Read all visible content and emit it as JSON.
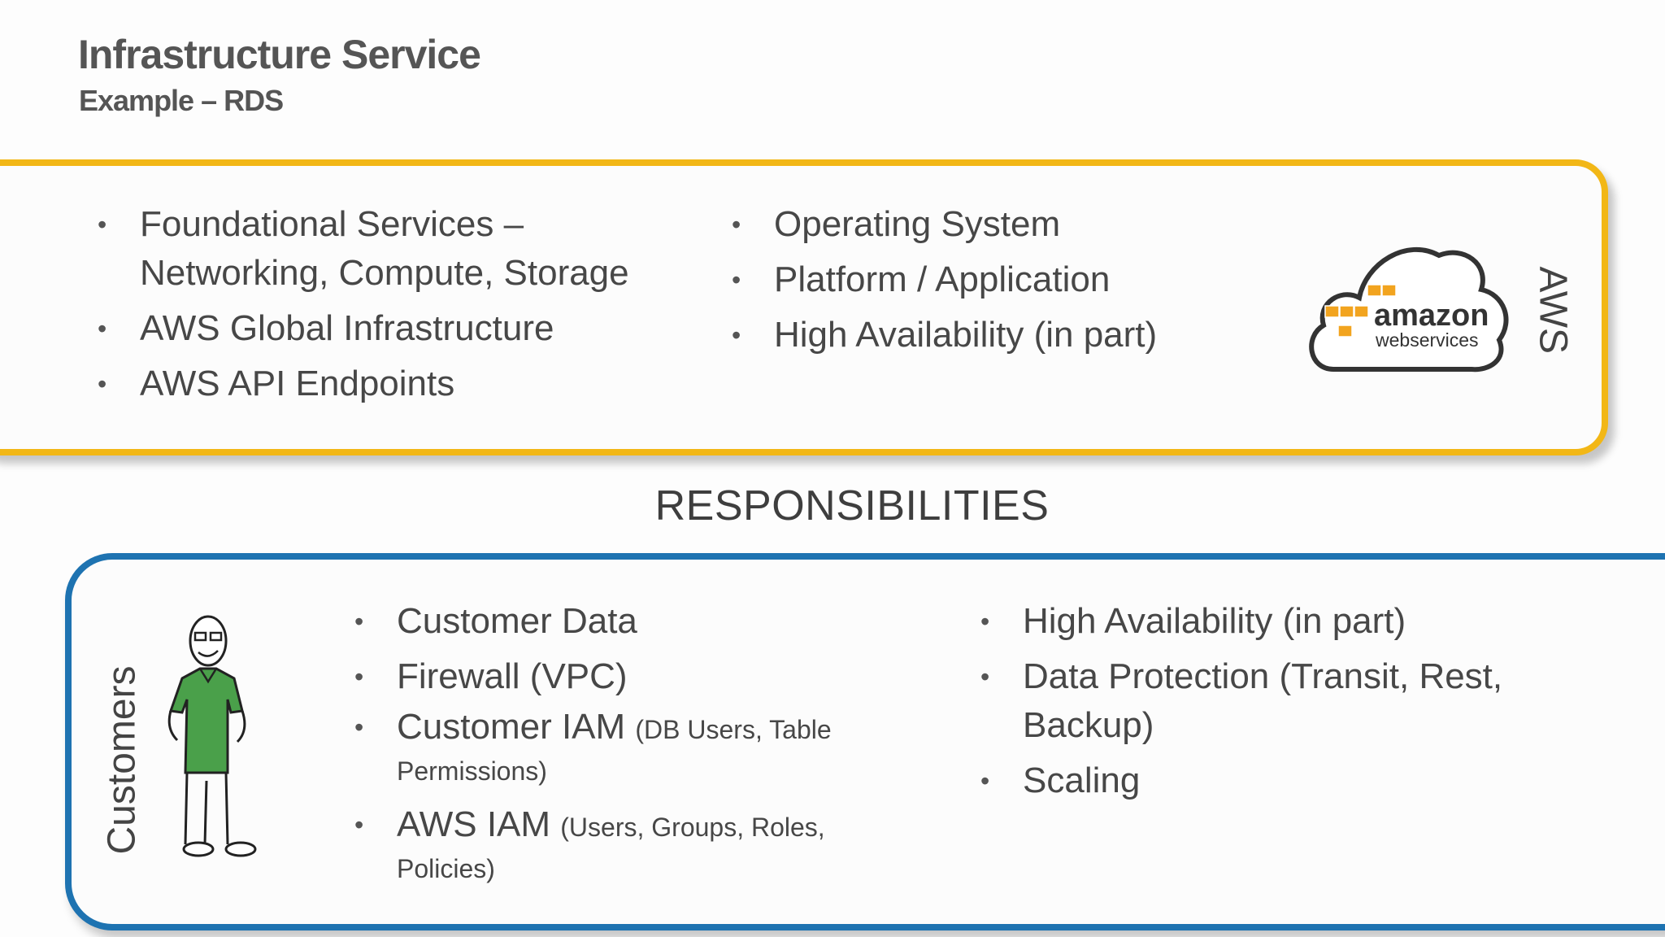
{
  "header": {
    "title": "Infrastructure Service",
    "subtitle": "Example – RDS"
  },
  "aws": {
    "label": "AWS",
    "logo_text": "amazon",
    "logo_subtext": "webservices",
    "left_items": [
      "Foundational Services – Networking, Compute, Storage",
      "AWS Global Infrastructure",
      "AWS API Endpoints"
    ],
    "right_items": [
      "Operating System",
      "Platform / Application",
      "High Availability (in part)"
    ]
  },
  "responsibilities_label": "RESPONSIBILITIES",
  "customers": {
    "label": "Customers",
    "left_items": [
      {
        "main": "Customer Data",
        "detail": ""
      },
      {
        "main": "Firewall (VPC)",
        "detail": ""
      },
      {
        "main": "Customer IAM ",
        "detail": "(DB Users, Table Permissions)"
      },
      {
        "main": "AWS IAM ",
        "detail": "(Users, Groups, Roles, Policies)"
      }
    ],
    "right_items": [
      "High Availability (in part)",
      "Data Protection (Transit, Rest, Backup)",
      "Scaling"
    ]
  },
  "colors": {
    "aws_border": "#f2b716",
    "customer_border": "#1e73b1",
    "logo_orange": "#f2a41f",
    "shirt_green": "#4aa04a"
  }
}
